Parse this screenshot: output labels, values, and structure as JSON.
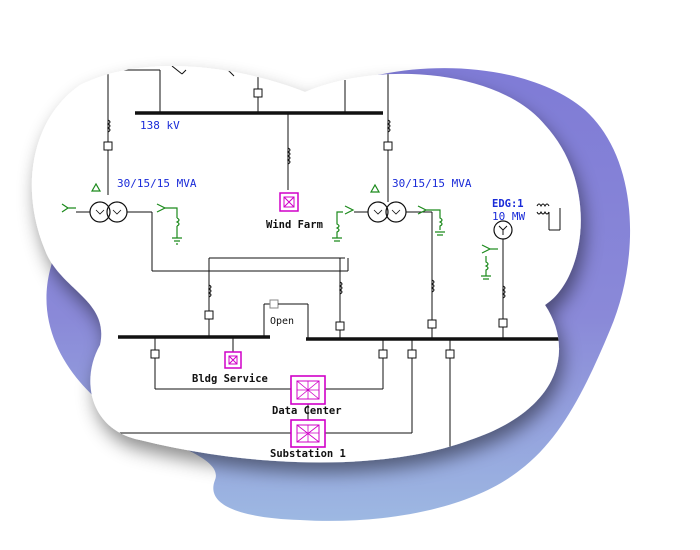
{
  "diagram": {
    "bus_voltage": "138 kV",
    "transformer_left_rating": "30/15/15 MVA",
    "transformer_right_rating": "30/15/15 MVA",
    "generator_id": "EDG:1",
    "generator_rating": "10 MW",
    "breaker_state": "Open",
    "loads": {
      "wind_farm": "Wind Farm",
      "bldg_service": "Bldg Service",
      "data_center": "Data Center",
      "substation": "Substation 1"
    }
  },
  "colors": {
    "line": "#111111",
    "label_blue": "#1a2bd8",
    "ground_green": "#1c8a1c",
    "load_magenta": "#d000c8",
    "blob_purple": "#8a86d8",
    "blob_blue": "#8fa8dd"
  }
}
